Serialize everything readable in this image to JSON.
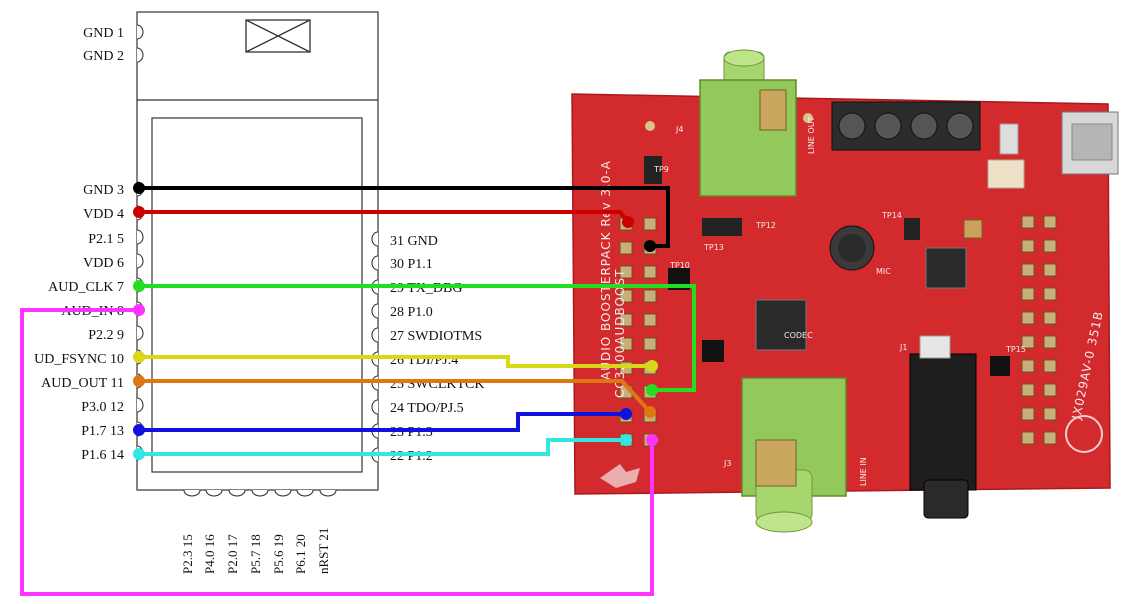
{
  "module": {
    "left_pins": [
      {
        "num": "1",
        "label": "GND 1"
      },
      {
        "num": "2",
        "label": "GND 2"
      },
      {
        "num": "3",
        "label": "GND 3"
      },
      {
        "num": "4",
        "label": "VDD 4"
      },
      {
        "num": "5",
        "label": "P2.1 5"
      },
      {
        "num": "6",
        "label": "VDD 6"
      },
      {
        "num": "7",
        "label": "AUD_CLK 7"
      },
      {
        "num": "8",
        "label": "AUD_IN 8"
      },
      {
        "num": "9",
        "label": "P2.2 9"
      },
      {
        "num": "10",
        "label": "UD_FSYNC 10"
      },
      {
        "num": "11",
        "label": "AUD_OUT 11"
      },
      {
        "num": "12",
        "label": "P3.0 12"
      },
      {
        "num": "13",
        "label": "P1.7 13"
      },
      {
        "num": "14",
        "label": "P1.6 14"
      }
    ],
    "right_pins": [
      {
        "num": "31",
        "label": "31 GND"
      },
      {
        "num": "30",
        "label": "30 P1.1"
      },
      {
        "num": "29",
        "label": "29 TX_DBG"
      },
      {
        "num": "28",
        "label": "28 P1.0"
      },
      {
        "num": "27",
        "label": "27 SWDIOTMS"
      },
      {
        "num": "26",
        "label": "26 TDI/PJ.4"
      },
      {
        "num": "25",
        "label": "25 SWCLKTCK"
      },
      {
        "num": "24",
        "label": "24 TDO/PJ.5"
      },
      {
        "num": "23",
        "label": "23 P1.3"
      },
      {
        "num": "22",
        "label": "22 P1.2"
      }
    ],
    "bottom_pins": [
      {
        "num": "15",
        "label": "P2.3 15"
      },
      {
        "num": "16",
        "label": "P4.0 16"
      },
      {
        "num": "17",
        "label": "P2.0 17"
      },
      {
        "num": "18",
        "label": "P5.7 18"
      },
      {
        "num": "19",
        "label": "P5.6 19"
      },
      {
        "num": "20",
        "label": "P6.1 20"
      },
      {
        "num": "21",
        "label": "nRST 21"
      }
    ]
  },
  "board": {
    "title_silk": "AUDIO BOOSTERPACK Rev 3.0-A",
    "subtitle_silk": "CC3200AUDBOOST",
    "codec_label": "CODEC",
    "mic_label": "MIC",
    "line_out_label": "LINE OUT",
    "line_in_label": "LINE IN",
    "part_silk": "JX029AV-0 351B",
    "tp_labels": [
      "TP9",
      "TP10",
      "TP12",
      "TP13",
      "TP14",
      "TP15"
    ],
    "jack_labels": [
      "J4",
      "J3",
      "J1"
    ]
  },
  "wires": [
    {
      "name": "gnd-wire",
      "color": "#000000"
    },
    {
      "name": "vdd-wire",
      "color": "#cc0000"
    },
    {
      "name": "aud-clk-wire",
      "color": "#22dd22"
    },
    {
      "name": "aud-in-wire",
      "color": "#ff33ff"
    },
    {
      "name": "fsync-wire",
      "color": "#d8d81a"
    },
    {
      "name": "aud-out-wire",
      "color": "#dd7711"
    },
    {
      "name": "p17-wire",
      "color": "#1111dd"
    },
    {
      "name": "p16-wire",
      "color": "#33e6e6"
    }
  ]
}
